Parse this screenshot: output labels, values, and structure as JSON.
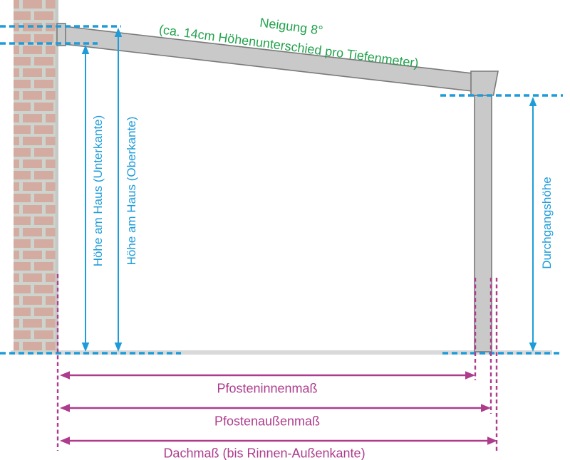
{
  "slope": {
    "line1": "Neigung 8°",
    "line2": "(ca. 14cm Höhenunterschied pro Tiefenmeter)"
  },
  "dimensions": {
    "height_lower": "Höhe am Haus (Unterkante)",
    "height_upper": "Höhe am Haus (Oberkante)",
    "clearance": "Durchgangshöhe",
    "post_inner": "Pfosteninnenmaß",
    "post_outer": "Pfostenaußenmaß",
    "roof": "Dachmaß (bis Rinnen-Außenkante)"
  },
  "colors": {
    "dimension_blue": "#1e9cd9",
    "slope_green": "#22a24c",
    "dimension_magenta": "#ad3c8d"
  }
}
